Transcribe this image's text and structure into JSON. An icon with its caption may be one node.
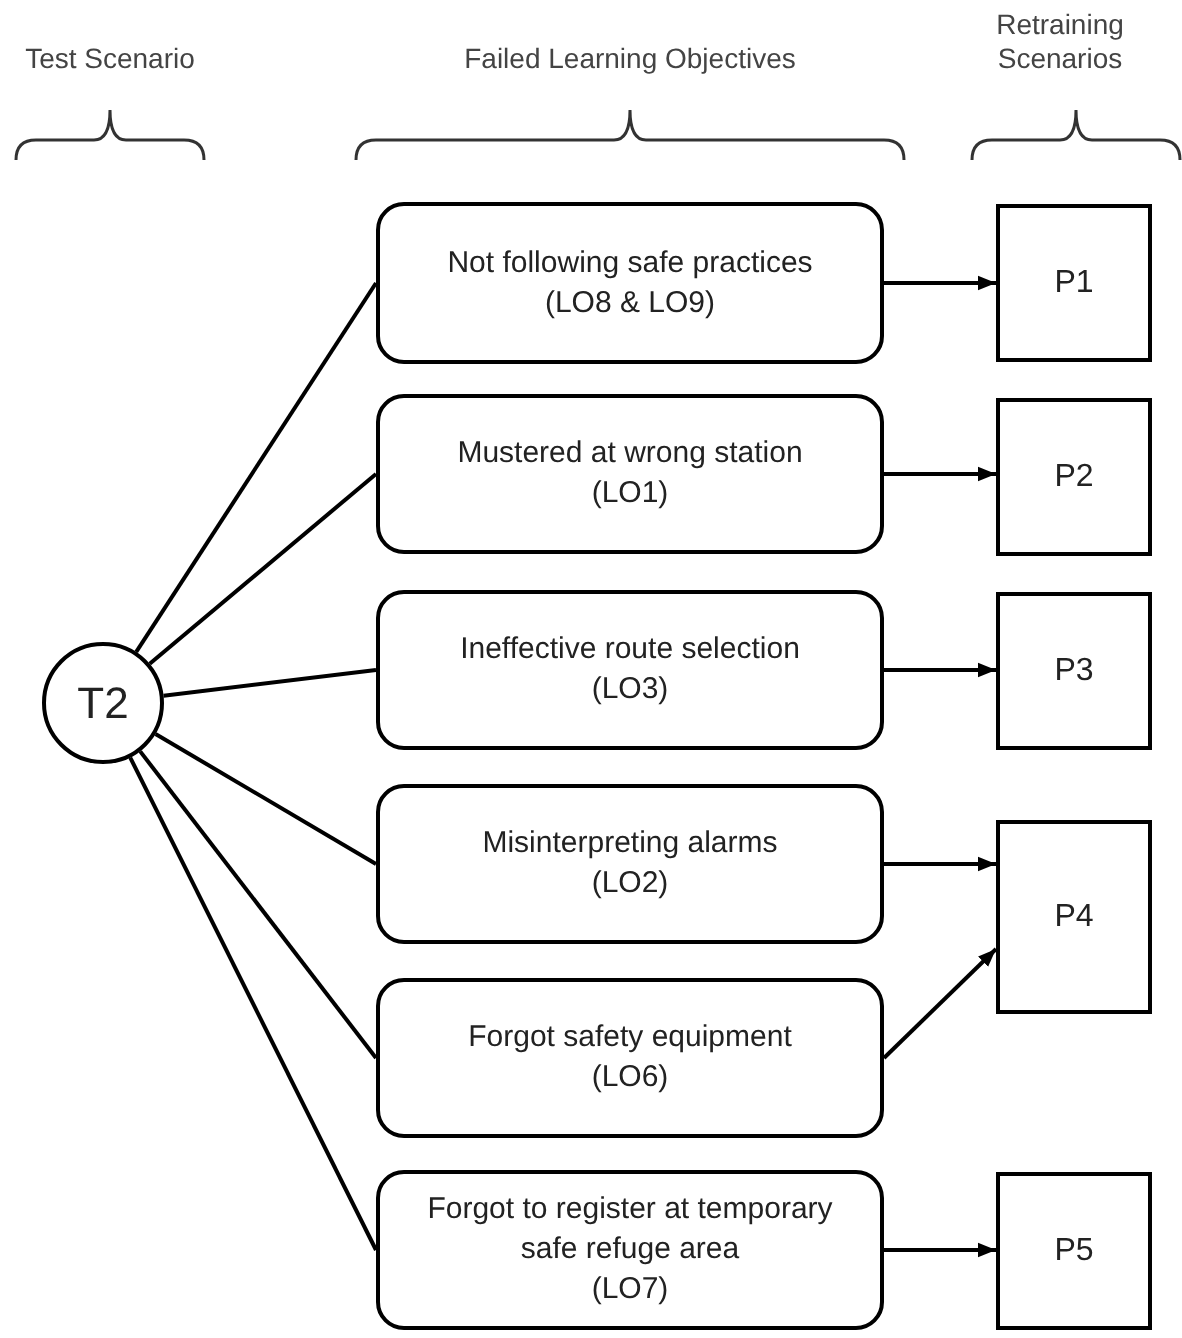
{
  "diagram": {
    "nodes": [
      {
        "text": [
          "T2"
        ]
      },
      {
        "text": [
          "Not following safe practices",
          "(LO8 & LO9)"
        ]
      },
      {
        "text": [
          "Mustered at wrong station",
          "(LO1)"
        ]
      },
      {
        "text": [
          "Ineffective route selection",
          "(LO3)"
        ]
      },
      {
        "text": [
          "Misinterpreting alarms",
          "(LO2)"
        ]
      },
      {
        "text": [
          "Forgot safety equipment",
          "(LO6)"
        ]
      },
      {
        "text": [
          "Forgot to register at temporary safe refuge area",
          "(LO7)"
        ]
      },
      {
        "text": [
          "P1"
        ]
      },
      {
        "text": [
          "P2"
        ]
      },
      {
        "text": [
          "P3"
        ]
      },
      {
        "text": [
          "P4"
        ]
      },
      {
        "text": [
          "P5"
        ]
      }
    ],
    "edges": [
      {
        "from": 0,
        "to": 1,
        "arrow": "none"
      },
      {
        "from": 0,
        "to": 2,
        "arrow": "none"
      },
      {
        "from": 0,
        "to": 3,
        "arrow": "none"
      },
      {
        "from": 0,
        "to": 4,
        "arrow": "none"
      },
      {
        "from": 0,
        "to": 5,
        "arrow": "none"
      },
      {
        "from": 0,
        "to": 6,
        "arrow": "none"
      },
      {
        "from": 1,
        "to": 7,
        "arrow": "to"
      },
      {
        "from": 2,
        "to": 8,
        "arrow": "to"
      },
      {
        "from": 3,
        "to": 9,
        "arrow": "to"
      },
      {
        "from": 4,
        "to": 10,
        "arrow": "to"
      },
      {
        "from": 5,
        "to": 10,
        "arrow": "to"
      },
      {
        "from": 6,
        "to": 11,
        "arrow": "to"
      }
    ],
    "labels": [
      "Test Scenario",
      "Failed Learning Objectives",
      "Retraining Scenarios"
    ]
  }
}
